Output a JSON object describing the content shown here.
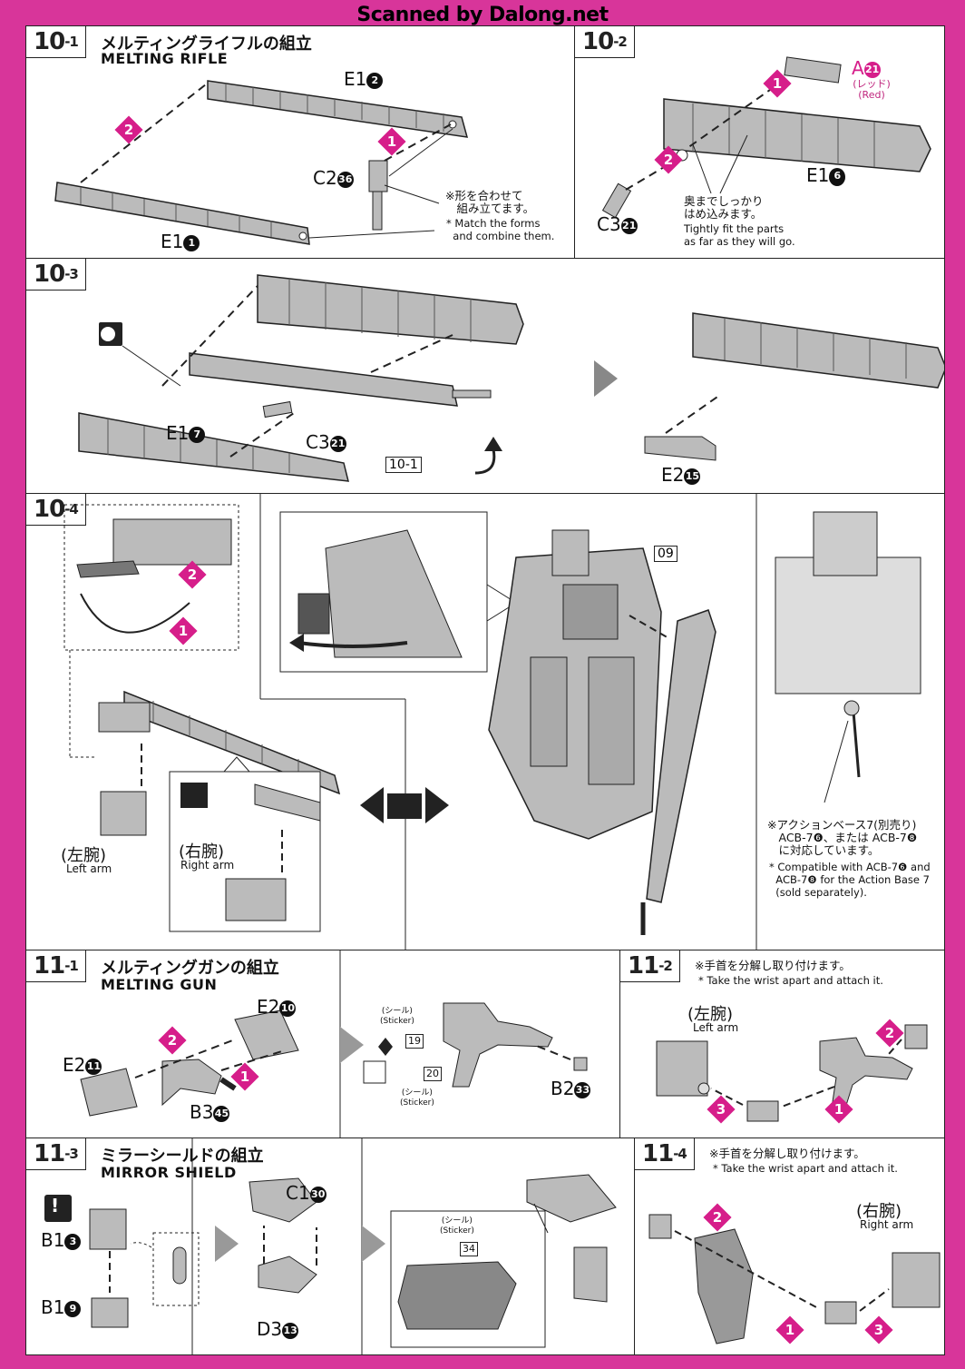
{
  "banner": "Scanned by Dalong.net",
  "colors": {
    "border": "#d8359a",
    "accent": "#d61e8a",
    "part": "#b8b8b8"
  },
  "s10_1": {
    "num": "10",
    "sub": "-1",
    "title_jp": "メルティングライフルの組立",
    "title_en": "MELTING RIFLE",
    "part_top": "E1",
    "part_top_no": "2",
    "part_bottom": "E1",
    "part_bottom_no": "1",
    "part_pin": "C2",
    "part_pin_no": "36",
    "note_jp": "※形を合わせて\n　組み立てます。",
    "note_en": "* Match the forms\n  and combine them.",
    "step1": "1",
    "step2": "2"
  },
  "s10_2": {
    "num": "10",
    "sub": "-2",
    "part_a": "A",
    "part_a_no": "21",
    "part_a_jp": "(レッド)",
    "part_a_en": "(Red)",
    "part_e": "E1",
    "part_e_no": "6",
    "part_c": "C3",
    "part_c_no": "21",
    "note_jp": "奥までしっかり\nはめ込みます。",
    "note_en": "Tightly fit the parts\nas far as they will go.",
    "step1": "1",
    "step2": "2"
  },
  "s10_3": {
    "num": "10",
    "sub": "-3",
    "part_e": "E1",
    "part_e_no": "7",
    "part_c": "C3",
    "part_c_no": "21",
    "ref": "10-1",
    "part_e2": "E2",
    "part_e2_no": "15"
  },
  "s10_4": {
    "num": "10",
    "sub": "-4",
    "left_jp": "(左腕)",
    "left_en": "Left arm",
    "right_jp": "(右腕)",
    "right_en": "Right arm",
    "ref": "09",
    "step1": "1",
    "step2": "2",
    "note_jp": "※アクションベース7(別売り)\n　ACB-7❻、または ACB-7❽\n　に対応しています。",
    "note_en": "* Compatible with ACB-7❻ and\n  ACB-7❽ for the Action Base 7\n  (sold separately)."
  },
  "s11_1": {
    "num": "11",
    "sub": "-1",
    "title_jp": "メルティングガンの組立",
    "title_en": "MELTING GUN",
    "p1": "E2",
    "p1_no": "10",
    "p2": "E2",
    "p2_no": "11",
    "p3": "B3",
    "p3_no": "45",
    "p4": "B2",
    "p4_no": "33",
    "sticker_jp": "(シール)",
    "sticker_en": "(Sticker)",
    "sticker_a": "19",
    "sticker_b": "20",
    "step1": "1",
    "step2": "2"
  },
  "s11_2": {
    "num": "11",
    "sub": "-2",
    "note_jp": "※手首を分解し取り付けます。",
    "note_en": "* Take the wrist apart and attach it.",
    "left_jp": "(左腕)",
    "left_en": "Left arm",
    "step1": "1",
    "step2": "2",
    "step3": "3"
  },
  "s11_3": {
    "num": "11",
    "sub": "-3",
    "title_jp": "ミラーシールドの組立",
    "title_en": "MIRROR SHIELD",
    "p1": "B1",
    "p1_no": "3",
    "p2": "B1",
    "p2_no": "9",
    "p3": "C1",
    "p3_no": "30",
    "p4": "D3",
    "p4_no": "13",
    "sticker_jp": "(シール)",
    "sticker_en": "(Sticker)",
    "sticker_no": "34",
    "warn": "!"
  },
  "s11_4": {
    "num": "11",
    "sub": "-4",
    "note_jp": "※手首を分解し取り付けます。",
    "note_en": "* Take the wrist apart and attach it.",
    "right_jp": "(右腕)",
    "right_en": "Right arm",
    "step1": "1",
    "step2": "2",
    "step3": "3"
  }
}
